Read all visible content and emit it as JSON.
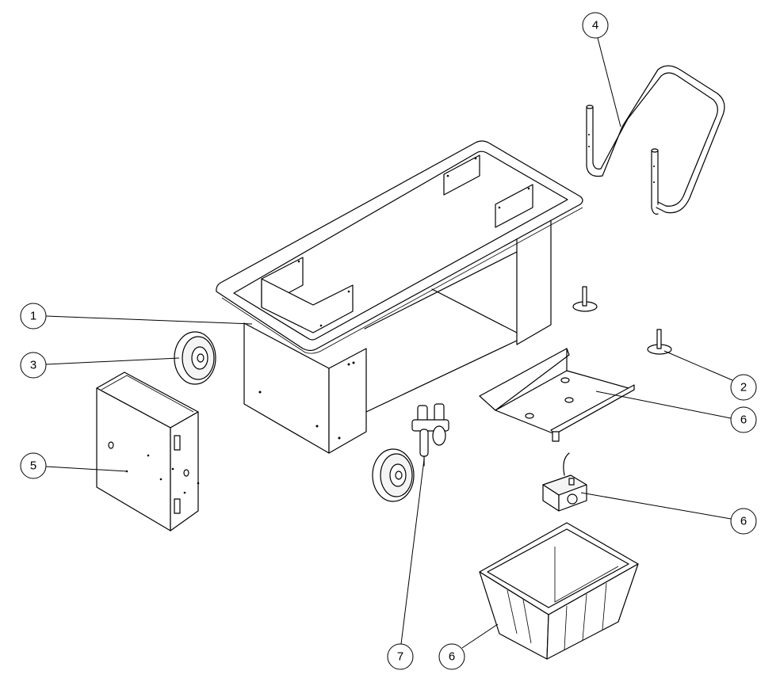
{
  "drawing": {
    "balloons": [
      {
        "id": "part-4",
        "label": "4"
      },
      {
        "id": "part-1",
        "label": "1"
      },
      {
        "id": "part-3",
        "label": "3"
      },
      {
        "id": "part-5",
        "label": "5"
      },
      {
        "id": "part-7",
        "label": "7"
      },
      {
        "id": "part-6-bin",
        "label": "6"
      },
      {
        "id": "part-6-pump",
        "label": "6"
      },
      {
        "id": "part-6-plate",
        "label": "6"
      },
      {
        "id": "part-2",
        "label": "2"
      }
    ]
  }
}
